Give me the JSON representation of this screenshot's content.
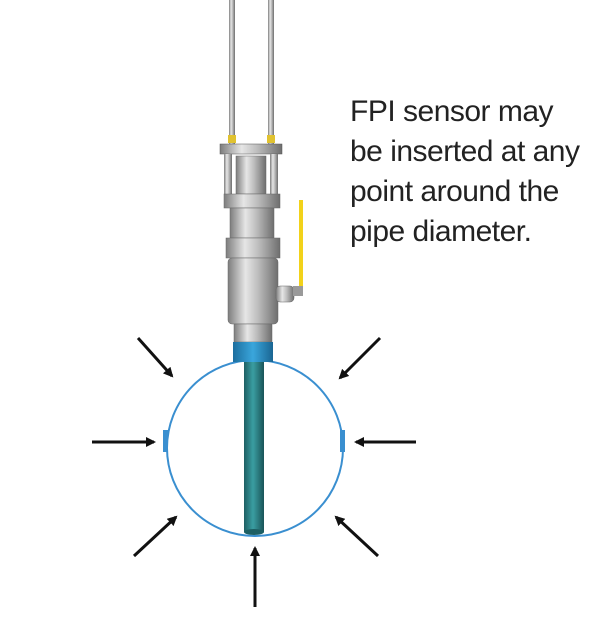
{
  "caption": {
    "lines": [
      "FPI sensor may",
      "be inserted at any",
      "point around the",
      "pipe diameter."
    ]
  },
  "colors": {
    "pipe_outline": "#3a8fd0",
    "probe": "#2c7f84",
    "mount_collar": "#2a8fc4",
    "valve_handle": "#f2d21a",
    "arrows": "#111111",
    "text": "#222222"
  },
  "insertion_points": [
    "top-left",
    "top-right",
    "left",
    "right",
    "bottom-left",
    "bottom",
    "bottom-right"
  ]
}
